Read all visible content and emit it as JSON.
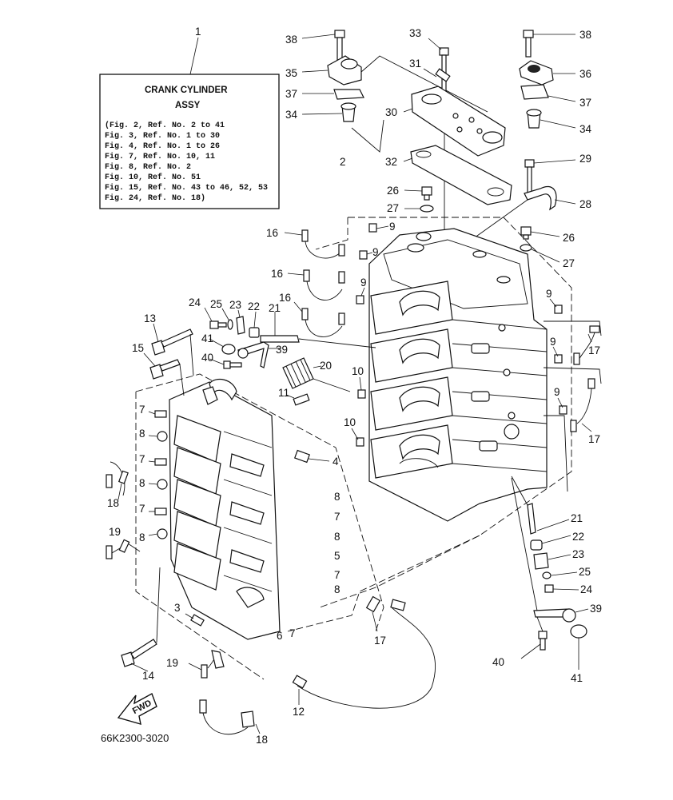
{
  "info_box": {
    "ref_no": "1",
    "title_line1": "CRANK CYLINDER",
    "title_line2": "ASSY",
    "lines": [
      "(Fig. 2, Ref. No. 2 to 41",
      " Fig. 3, Ref. No. 1 to 30",
      " Fig. 4, Ref. No. 1 to 26",
      " Fig. 7, Ref. No. 10, 11",
      " Fig. 8, Ref. No. 2",
      " Fig. 10, Ref. No. 51",
      " Fig. 15, Ref. No. 43 to 46, 52, 53",
      " Fig. 24, Ref. No. 18)"
    ]
  },
  "fwd_label": "FWD",
  "diagram_code": "66K2300-3020",
  "callouts": [
    {
      "id": "c-38a",
      "text": "38"
    },
    {
      "id": "c-33",
      "text": "33"
    },
    {
      "id": "c-38b",
      "text": "38"
    },
    {
      "id": "c-35",
      "text": "35"
    },
    {
      "id": "c-31",
      "text": "31"
    },
    {
      "id": "c-36",
      "text": "36"
    },
    {
      "id": "c-37a",
      "text": "37"
    },
    {
      "id": "c-37b",
      "text": "37"
    },
    {
      "id": "c-30",
      "text": "30"
    },
    {
      "id": "c-34a",
      "text": "34"
    },
    {
      "id": "c-34b",
      "text": "34"
    },
    {
      "id": "c-2",
      "text": "2"
    },
    {
      "id": "c-32",
      "text": "32"
    },
    {
      "id": "c-29",
      "text": "29"
    },
    {
      "id": "c-26a",
      "text": "26"
    },
    {
      "id": "c-28",
      "text": "28"
    },
    {
      "id": "c-27a",
      "text": "27"
    },
    {
      "id": "c-16a",
      "text": "16"
    },
    {
      "id": "c-9a",
      "text": "9"
    },
    {
      "id": "c-26b",
      "text": "26"
    },
    {
      "id": "c-9b",
      "text": "9"
    },
    {
      "id": "c-27b",
      "text": "27"
    },
    {
      "id": "c-16b",
      "text": "16"
    },
    {
      "id": "c-9c",
      "text": "9"
    },
    {
      "id": "c-16c",
      "text": "16"
    },
    {
      "id": "c-9d",
      "text": "9"
    },
    {
      "id": "c-24a",
      "text": "24"
    },
    {
      "id": "c-25a",
      "text": "25"
    },
    {
      "id": "c-23a",
      "text": "23"
    },
    {
      "id": "c-22a",
      "text": "22"
    },
    {
      "id": "c-21a",
      "text": "21"
    },
    {
      "id": "c-13",
      "text": "13"
    },
    {
      "id": "c-41a",
      "text": "41"
    },
    {
      "id": "c-39a",
      "text": "39"
    },
    {
      "id": "c-9e",
      "text": "9"
    },
    {
      "id": "c-17a",
      "text": "17"
    },
    {
      "id": "c-15",
      "text": "15"
    },
    {
      "id": "c-40a",
      "text": "40"
    },
    {
      "id": "c-20",
      "text": "20"
    },
    {
      "id": "c-10a",
      "text": "10"
    },
    {
      "id": "c-9f",
      "text": "9"
    },
    {
      "id": "c-11",
      "text": "11"
    },
    {
      "id": "c-7a",
      "text": "7"
    },
    {
      "id": "c-17b",
      "text": "17"
    },
    {
      "id": "c-10b",
      "text": "10"
    },
    {
      "id": "c-8a",
      "text": "8"
    },
    {
      "id": "c-7b",
      "text": "7"
    },
    {
      "id": "c-4",
      "text": "4"
    },
    {
      "id": "c-8b",
      "text": "8"
    },
    {
      "id": "c-18a",
      "text": "18"
    },
    {
      "id": "c-8c",
      "text": "8"
    },
    {
      "id": "c-7c",
      "text": "7"
    },
    {
      "id": "c-7d",
      "text": "7"
    },
    {
      "id": "c-21b",
      "text": "21"
    },
    {
      "id": "c-19a",
      "text": "19"
    },
    {
      "id": "c-8d",
      "text": "8"
    },
    {
      "id": "c-22b",
      "text": "22"
    },
    {
      "id": "c-8e",
      "text": "8"
    },
    {
      "id": "c-23b",
      "text": "23"
    },
    {
      "id": "c-5",
      "text": "5"
    },
    {
      "id": "c-25b",
      "text": "25"
    },
    {
      "id": "c-7e",
      "text": "7"
    },
    {
      "id": "c-24b",
      "text": "24"
    },
    {
      "id": "c-8f",
      "text": "8"
    },
    {
      "id": "c-3",
      "text": "3"
    },
    {
      "id": "c-39b",
      "text": "39"
    },
    {
      "id": "c-6",
      "text": "6"
    },
    {
      "id": "c-7f",
      "text": "7"
    },
    {
      "id": "c-17c",
      "text": "17"
    },
    {
      "id": "c-40b",
      "text": "40"
    },
    {
      "id": "c-14",
      "text": "14"
    },
    {
      "id": "c-19b",
      "text": "19"
    },
    {
      "id": "c-41b",
      "text": "41"
    },
    {
      "id": "c-12",
      "text": "12"
    },
    {
      "id": "c-18b",
      "text": "18"
    }
  ]
}
